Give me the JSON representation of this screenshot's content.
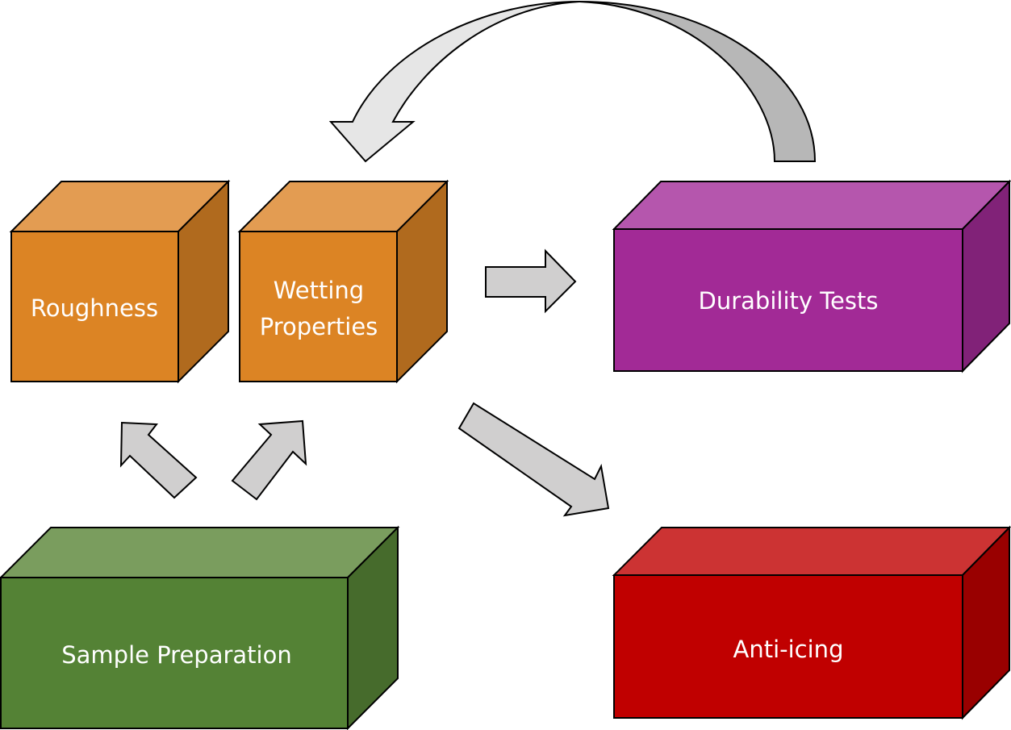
{
  "diagram": {
    "title": "",
    "boxes": {
      "roughness": {
        "label_lines": [
          "Roughness"
        ],
        "colors": {
          "front": "#DC8424",
          "top": "#E39C52",
          "side": "#B06A1E"
        }
      },
      "wetting": {
        "label_lines": [
          "Wetting",
          "Properties"
        ],
        "colors": {
          "front": "#DC8424",
          "top": "#E39C52",
          "side": "#B06A1E"
        }
      },
      "durability": {
        "label_lines": [
          "Durability Tests"
        ],
        "colors": {
          "front": "#A22A96",
          "top": "#B556AD",
          "side": "#812278"
        }
      },
      "sample_prep": {
        "label_lines": [
          "Sample Preparation"
        ],
        "colors": {
          "front": "#548235",
          "top": "#7A9D5E",
          "side": "#466B2C"
        }
      },
      "anti_icing": {
        "label_lines": [
          "Anti-icing"
        ],
        "colors": {
          "front": "#C00000",
          "top": "#CC3333",
          "side": "#990000"
        }
      }
    },
    "arrows": [
      {
        "from": "Sample Preparation",
        "to": "Roughness"
      },
      {
        "from": "Sample Preparation",
        "to": "Wetting Properties"
      },
      {
        "from": "Wetting Properties",
        "to": "Durability Tests"
      },
      {
        "from": "Wetting Properties",
        "to": "Anti-icing"
      },
      {
        "from": "Durability Tests",
        "to": "Wetting Properties",
        "style": "curved"
      }
    ],
    "arrow_colors": {
      "fill": "#D0CFCF",
      "curved_light": "#E6E6E6",
      "curved_dark": "#B7B7B7"
    }
  }
}
